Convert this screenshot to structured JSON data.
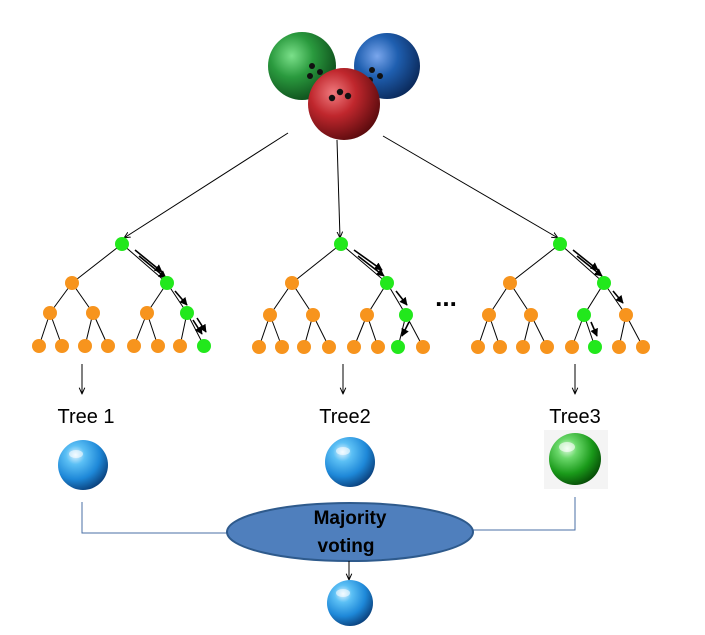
{
  "diagram": {
    "tree_labels": [
      "Tree 1",
      "Tree2",
      "Tree3"
    ],
    "ellipsis": "...",
    "voting": {
      "line1": "Majority",
      "line2": "voting"
    },
    "colors": {
      "ball_green": "#2a9a3e",
      "ball_blue": "#1f5fb0",
      "ball_red": "#c0272d",
      "node_orange": "#f7941d",
      "node_green": "#22e81c",
      "result_blue": "#1e88d8",
      "result_green": "#1a9a1a",
      "vote_fill": "#4f7fbd",
      "vote_stroke": "#2e5a8c",
      "connector": "#4a6fa5"
    },
    "tree_outputs": [
      "blue",
      "blue",
      "green"
    ],
    "final_output": "blue",
    "icons": [
      "bowling-ball-icon",
      "ball-icon"
    ]
  }
}
